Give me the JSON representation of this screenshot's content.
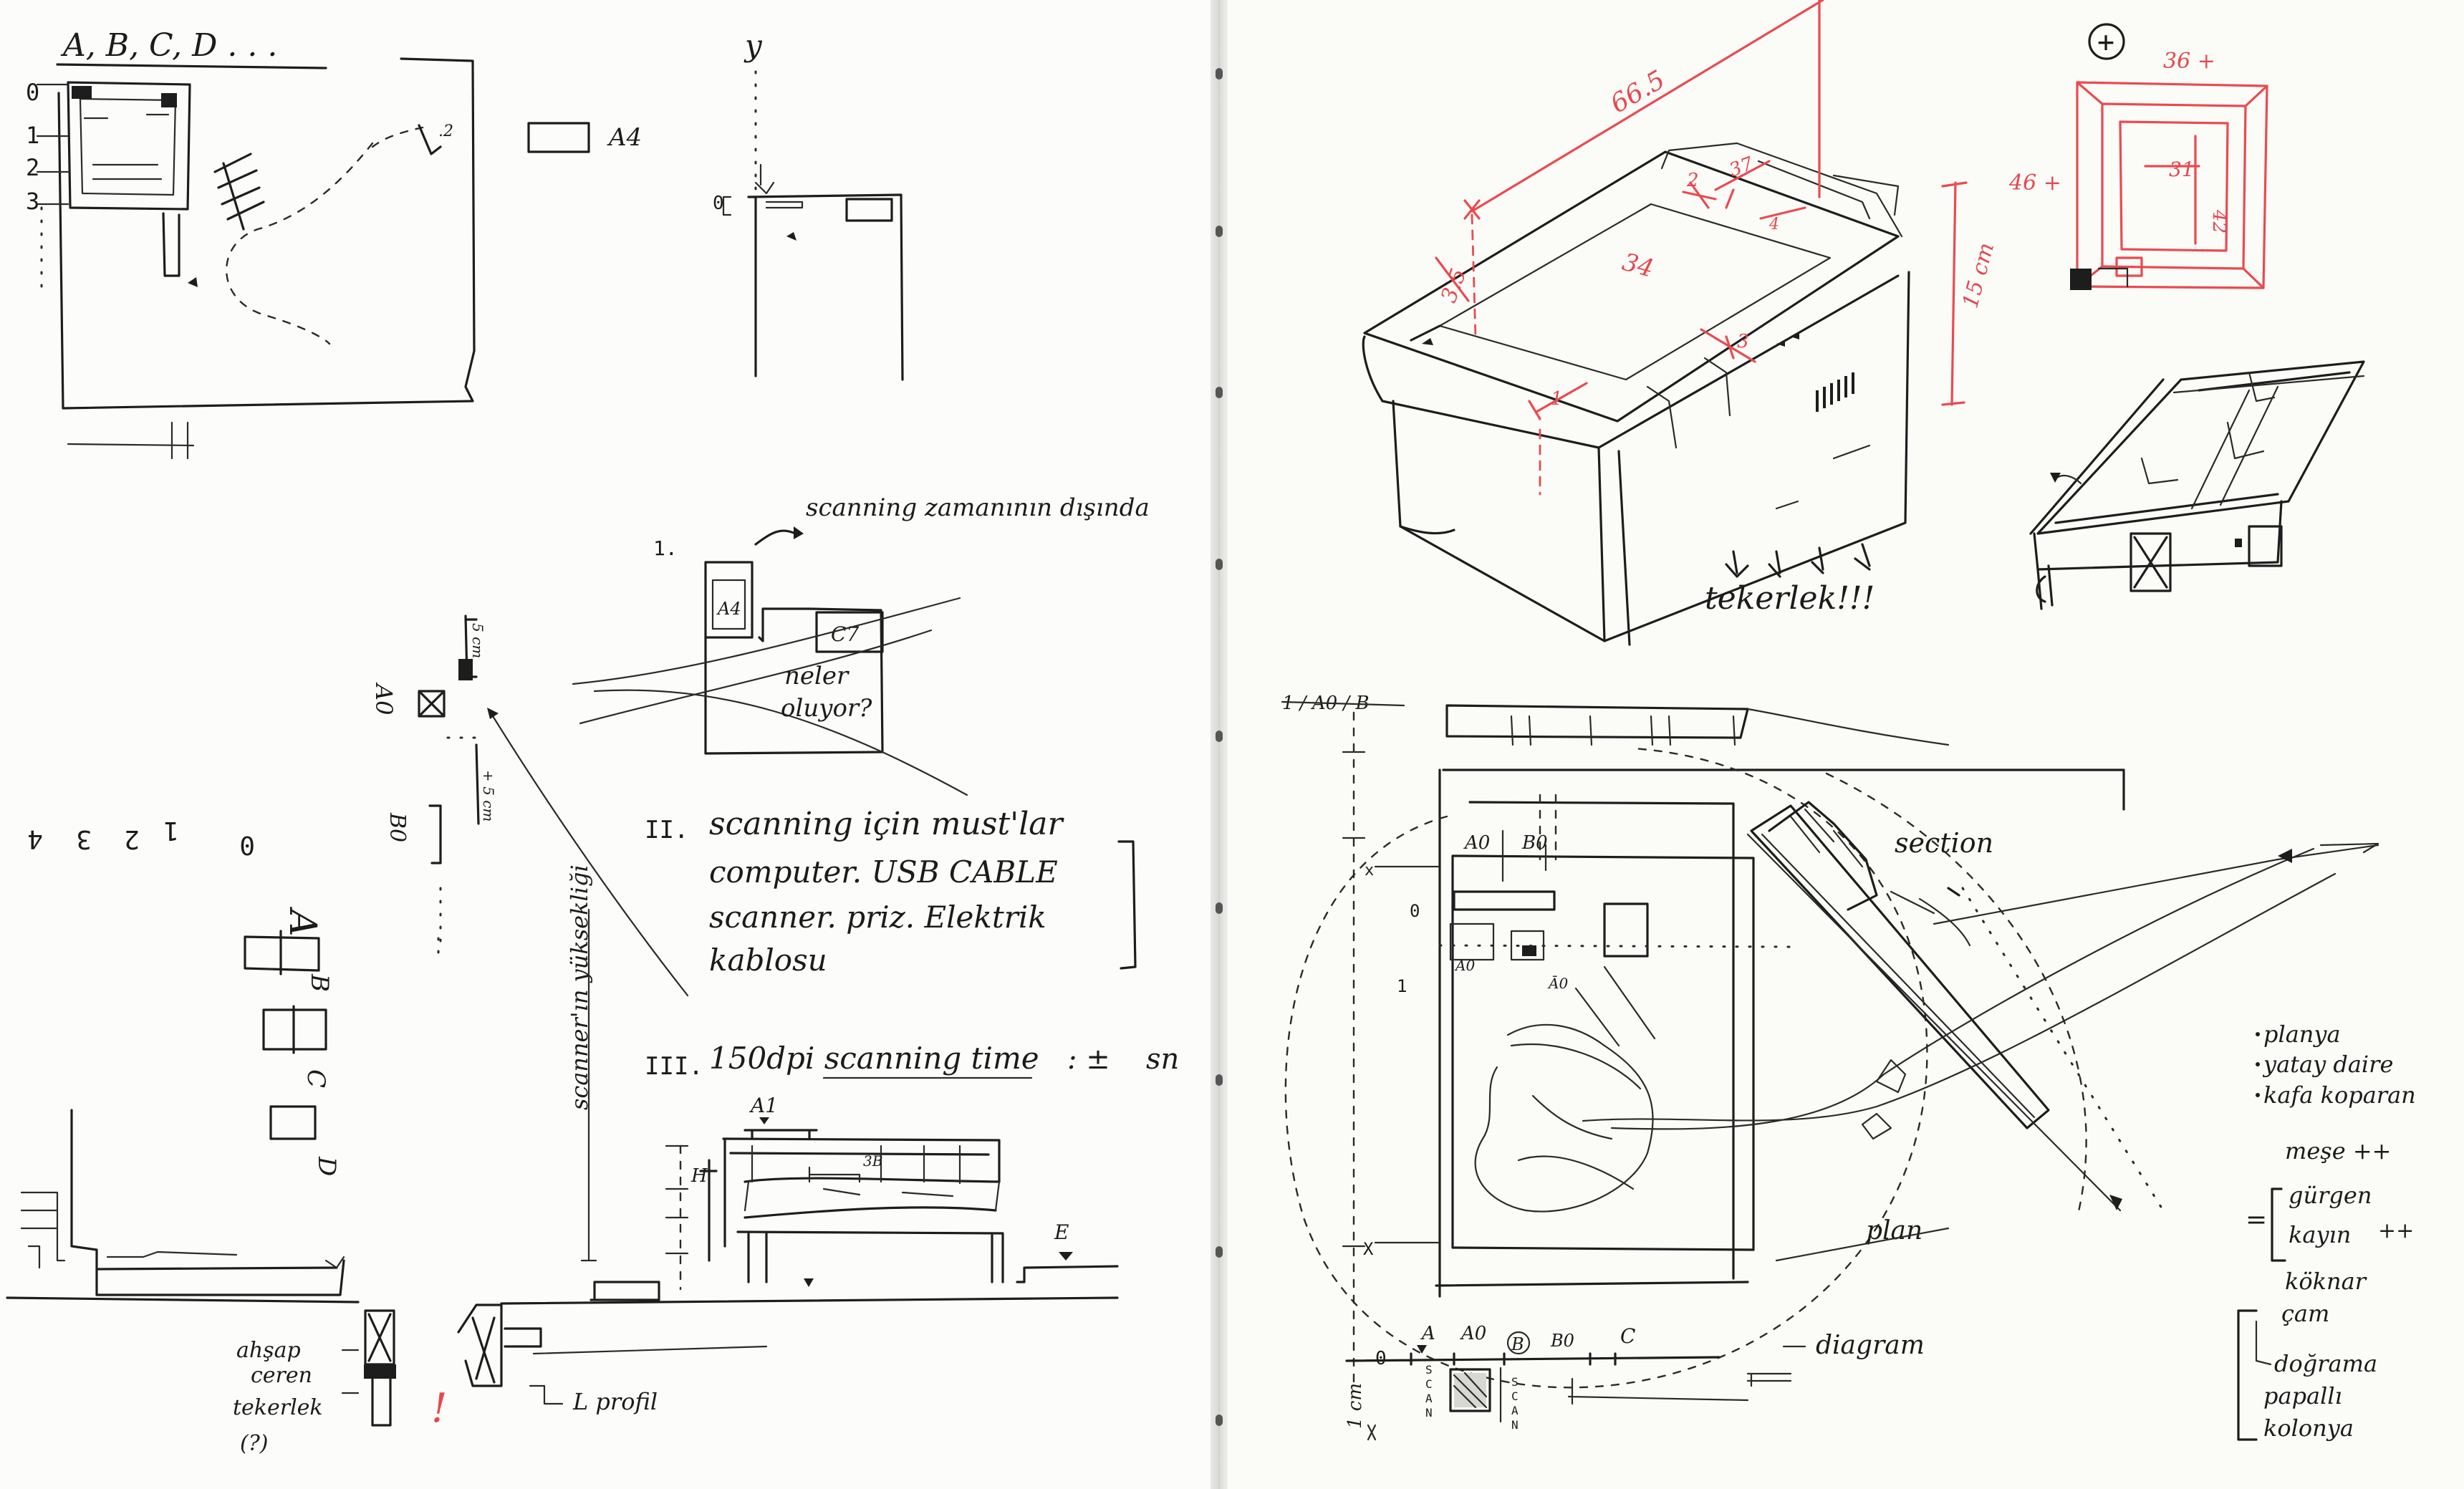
{
  "sketchbook": {
    "left_page": {
      "top_left_heading": "A, B, C, D . . .",
      "grid_row_numbers": [
        "0",
        "1",
        "2",
        "3"
      ],
      "a4_label": "A4",
      "y_axis_label": "y",
      "zero_label": "0",
      "note_scanning_timing": "scanning zamanının dışında",
      "item_1": "1.",
      "item_1_box_a4": "A4",
      "item_1_box_c7": "C7",
      "item_1_question": "neler oluyor?",
      "item_2_number": "II.",
      "item_2_line1": "scanning için must'lar",
      "item_2_line2": "computer. USB CABLE",
      "item_2_line3": "scanner. priz. Elektrik",
      "item_2_line4": "kablosu",
      "item_3_number": "III.",
      "item_3_text": "150dpi scanning time",
      "item_3_value": ": ±",
      "item_3_unit": "sn",
      "scale_digits": [
        "4",
        "3",
        "2",
        "1",
        "0"
      ],
      "paper_sizes": [
        "A",
        "B",
        "C",
        "D"
      ],
      "a0_label": "A0",
      "b0_label": "B0",
      "tick_top_label": "5 cm",
      "tick_bottom_label": "+ 5 cm",
      "vertical_note": "scanner'ın yüksekliği",
      "bed_label_a1": "A1",
      "bed_label_h": "H",
      "bed_label_e": "E",
      "caster_note_line1": "ahşap",
      "caster_note_line2": "ceren",
      "caster_note_line3": "tekerlek",
      "caster_note_line4": "(?)",
      "exclamation": "!",
      "profile_label": "L profil"
    },
    "right_page": {
      "dim_diagonal": "66.5",
      "dim_width_top": "37",
      "dim_depth_left": "3.5",
      "dim_length": "34",
      "dim_small_a": "2",
      "dim_small_b": "3",
      "dim_small_c": "4",
      "dim_small_d": "1",
      "dim_height": "15 cm",
      "wheels_note": "tekerlek!!!",
      "plus_symbol": "+",
      "red_dim_top": "36 +",
      "red_dim_side": "46 +",
      "red_dim_inner_w": "31",
      "red_dim_inner_h": "42",
      "plan_header": "1 / A0 / B",
      "plan_a0": "A0",
      "plan_b0": "B0",
      "plan_zero": "0",
      "plan_one": "1",
      "plan_x_top": "x",
      "plan_x_bottom": "X",
      "plan_ao_small": "A0",
      "plan_bo_small": "Ā0",
      "section_label": "section",
      "plan_label": "plan",
      "diagram_label": "diagram",
      "scan_label": "SCAN",
      "bottom_row": [
        "A",
        "A0",
        "B",
        "B0",
        "C"
      ],
      "side_vertical": "1 cm",
      "materials_list": [
        "planya",
        "yatay daire",
        "kafa koparan"
      ],
      "wood_header": "meşe ++",
      "wood_group_1": [
        "gürgen",
        "kayın"
      ],
      "wood_group_1_suffix": "++",
      "equals_sign": "=",
      "other_woods": [
        "köknar",
        "çam"
      ],
      "joinery_list": [
        "doğrama",
        "papallı",
        "kolonya"
      ]
    }
  },
  "colors": {
    "paper": "#fcfcfa",
    "ink": "#1d1d1d",
    "red_pen": "#ea4a4f",
    "spine": "#d9d9d6"
  }
}
